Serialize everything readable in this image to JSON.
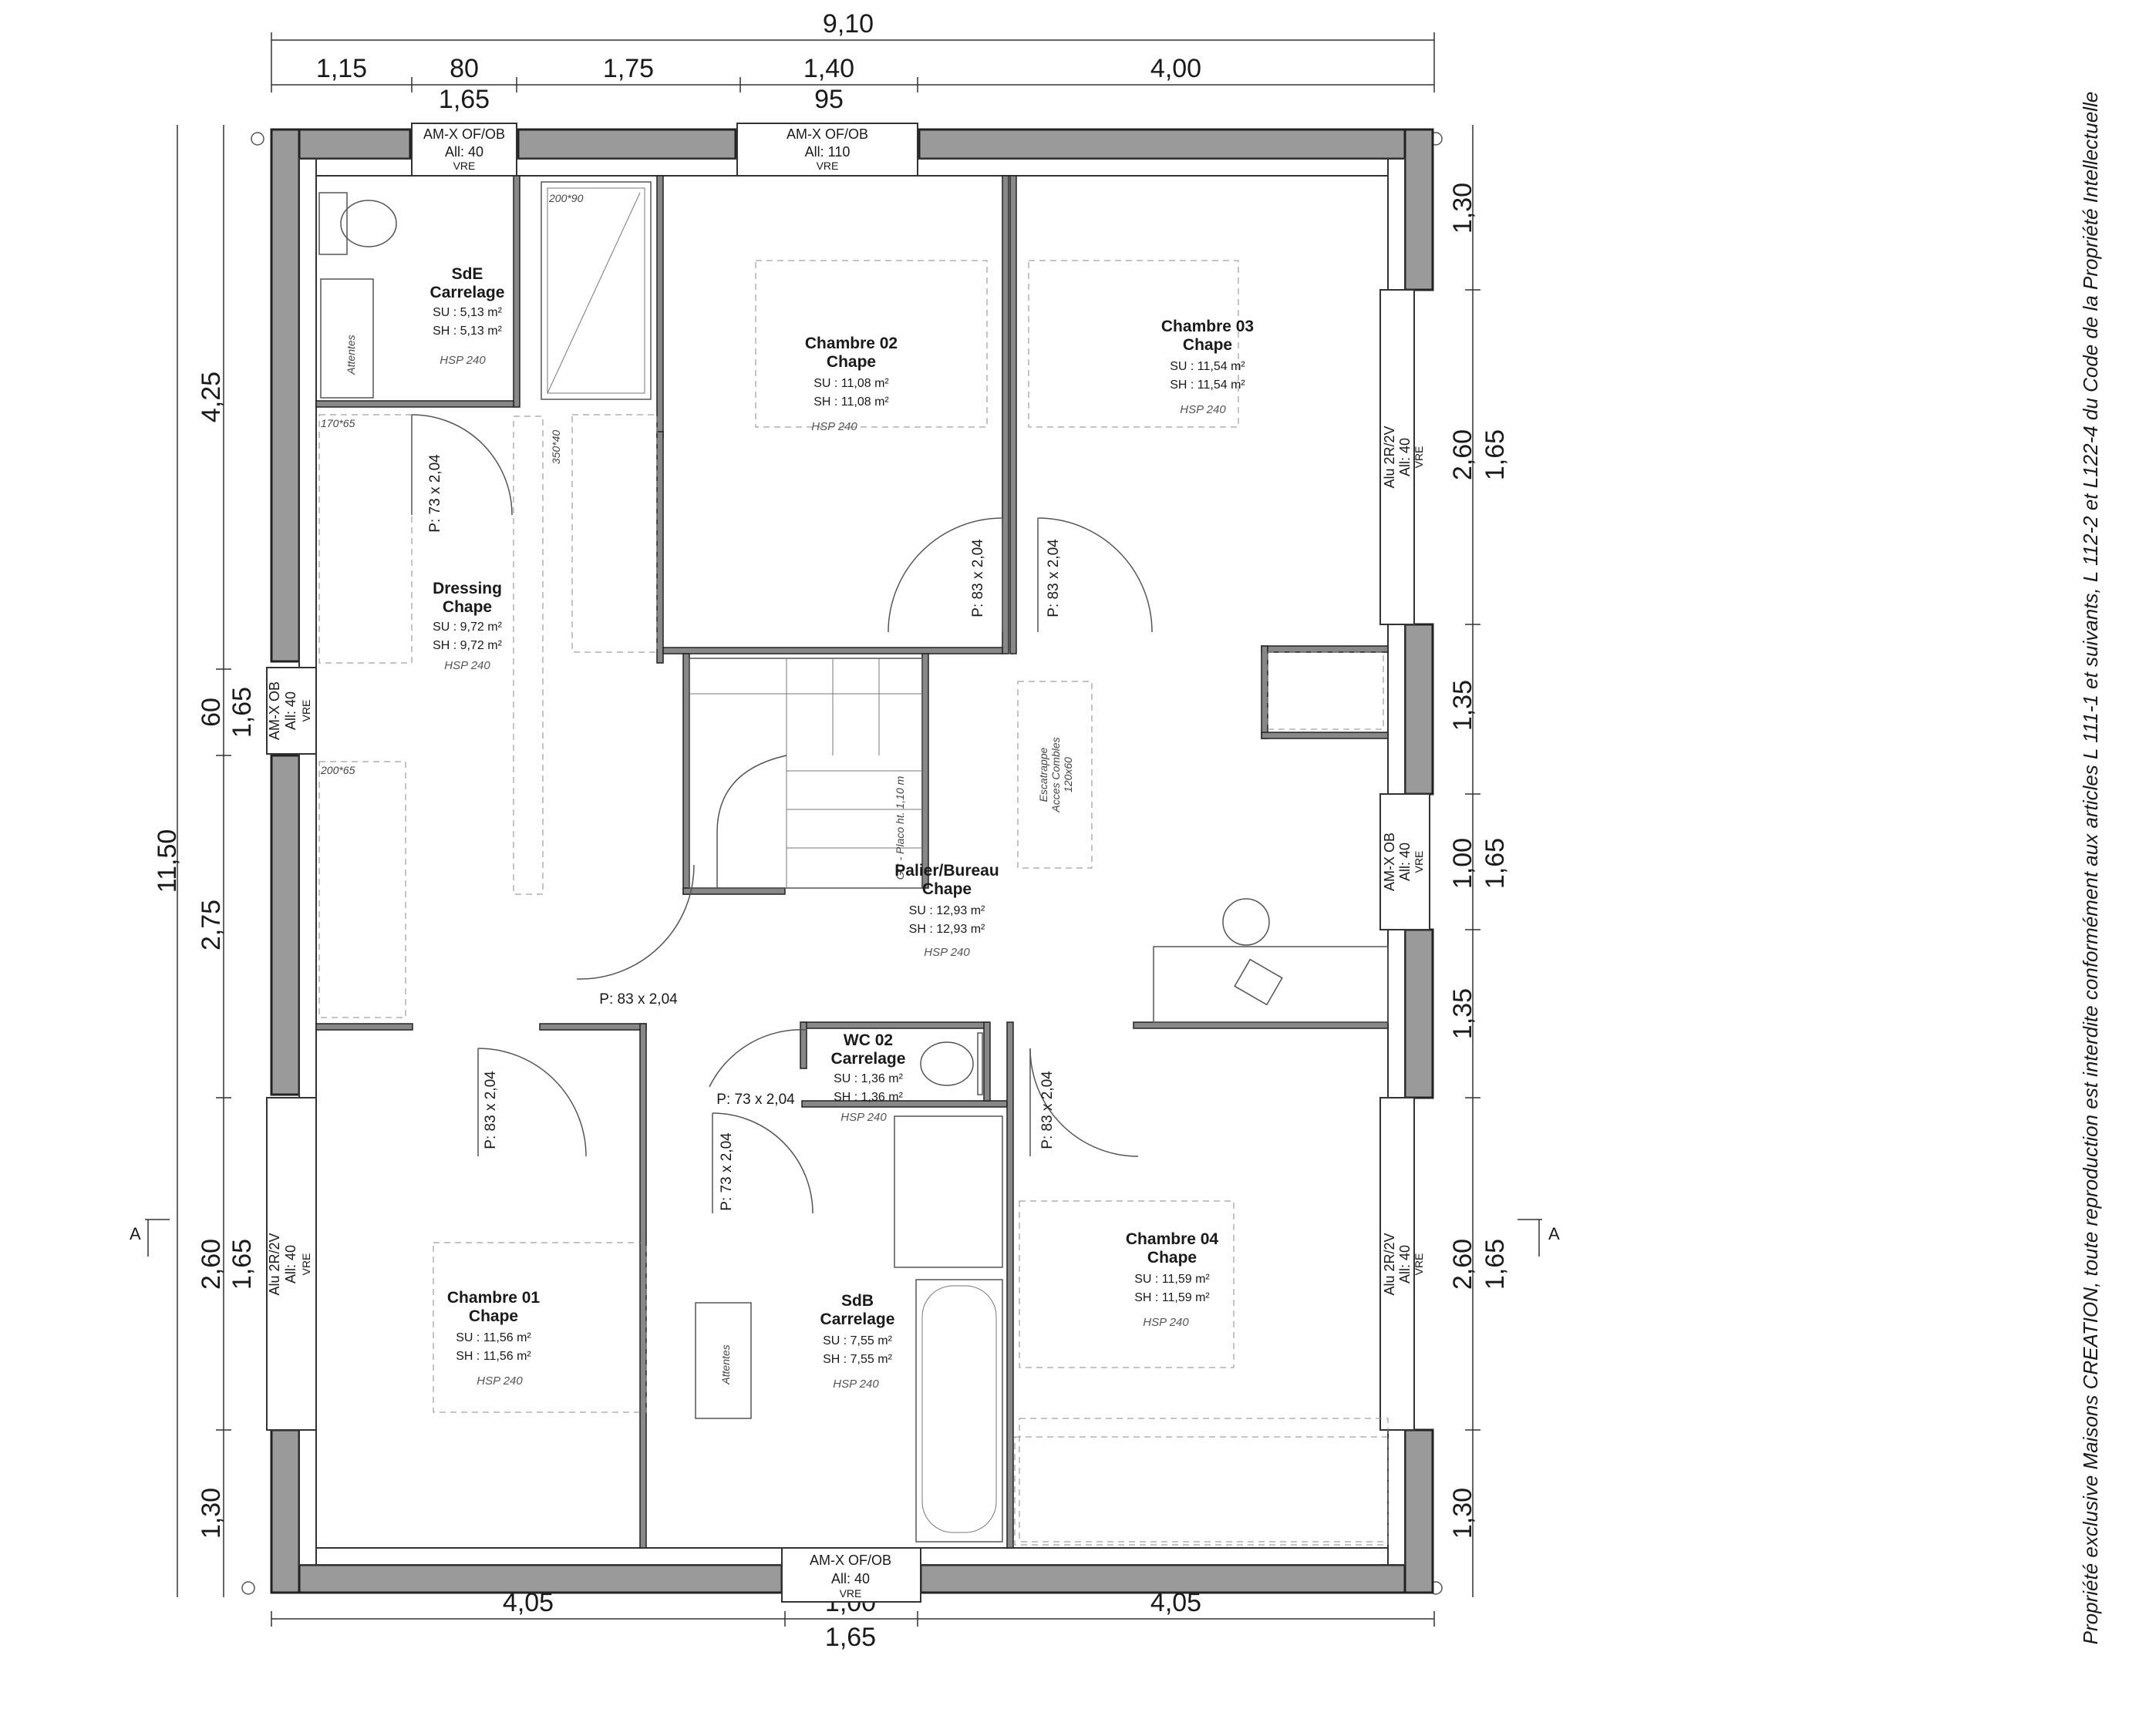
{
  "dimensions": {
    "top_total": "9,10",
    "top_row": [
      "1,15",
      "80",
      "1,75",
      "1,40",
      "4,00"
    ],
    "top_sub": [
      "1,65",
      "95"
    ],
    "bottom_row": [
      "4,05",
      "1,00",
      "4,05"
    ],
    "bottom_sub": "1,65",
    "left_total": "11,50",
    "left_row": [
      "4,25",
      "60",
      "2,75",
      "2,60",
      "1,30"
    ],
    "left_sub": [
      "1,65",
      "1,65"
    ],
    "right_row": [
      "1,30",
      "2,60",
      "1,35",
      "1,00",
      "1,35",
      "2,60",
      "1,30"
    ],
    "right_sub": [
      "1,65",
      "1,65",
      "1,65"
    ]
  },
  "section_marker": "A",
  "rooms": [
    {
      "name": "SdE",
      "floor": "Carrelage",
      "su": "SU : 5,13 m²",
      "sh": "SH : 5,13 m²",
      "hsp": "HSP 240"
    },
    {
      "name": "Chambre 02",
      "floor": "Chape",
      "su": "SU : 11,08 m²",
      "sh": "SH : 11,08 m²",
      "hsp": "HSP 240"
    },
    {
      "name": "Chambre 03",
      "floor": "Chape",
      "su": "SU : 11,54 m²",
      "sh": "SH : 11,54 m²",
      "hsp": "HSP 240"
    },
    {
      "name": "Dressing",
      "floor": "Chape",
      "su": "SU : 9,72 m²",
      "sh": "SH : 9,72 m²",
      "hsp": "HSP 240"
    },
    {
      "name": "Palier/Bureau",
      "floor": "Chape",
      "su": "SU : 12,93 m²",
      "sh": "SH : 12,93 m²",
      "hsp": "HSP 240"
    },
    {
      "name": "WC 02",
      "floor": "Carrelage",
      "su": "SU : 1,36 m²",
      "sh": "SH : 1,36 m²",
      "hsp": "HSP 240"
    },
    {
      "name": "Chambre 01",
      "floor": "Chape",
      "su": "SU : 11,56 m²",
      "sh": "SH : 11,56 m²",
      "hsp": "HSP 240"
    },
    {
      "name": "SdB",
      "floor": "Carrelage",
      "su": "SU : 7,55 m²",
      "sh": "SH : 7,55 m²",
      "hsp": "HSP 240"
    },
    {
      "name": "Chambre 04",
      "floor": "Chape",
      "su": "SU : 11,59 m²",
      "sh": "SH : 11,59 m²",
      "hsp": "HSP 240"
    }
  ],
  "windows": [
    {
      "type": "AM-X OF/OB",
      "all": "All:  40",
      "vre": "VRE"
    },
    {
      "type": "AM-X OF/OB",
      "all": "All:  110",
      "vre": "VRE"
    },
    {
      "type": "AM-X OB",
      "all": "All:  40",
      "vre": "VRE"
    },
    {
      "type": "Alu 2R/2V",
      "all": "All:  40",
      "vre": "VRE"
    },
    {
      "type": "Alu 2R/2V",
      "all": "All:  40",
      "vre": "VRE"
    },
    {
      "type": "AM-X OB",
      "all": "All:  40",
      "vre": "VRE"
    },
    {
      "type": "Alu 2R/2V",
      "all": "All:  40",
      "vre": "VRE"
    },
    {
      "type": "AM-X OF/OB",
      "all": "All:  40",
      "vre": "VRE"
    }
  ],
  "doors": {
    "d73": "P: 73 x 2,04",
    "d83": "P: 83 x 2,04",
    "d83_h": "P: 83 x 2,04",
    "d73_h": "P: 73 x 2,04"
  },
  "notes": {
    "shower": "200*90",
    "closet_a": "170*65",
    "closet_b": "200*65",
    "closet_c": "350*40",
    "attentes": "Attentes",
    "escalier": "GC - Placo ht. 1,10 m",
    "trap_1": "Escatrappe",
    "trap_2": "Acces Combles",
    "trap_3": "120x60"
  },
  "copyright": "Propriété exclusive Maisons CREATION, toute reproduction est interdite conformément aux articles L 111-1 et suivants, L 112-2 et L122-4 du Code de la Propriété Intellectuelle"
}
